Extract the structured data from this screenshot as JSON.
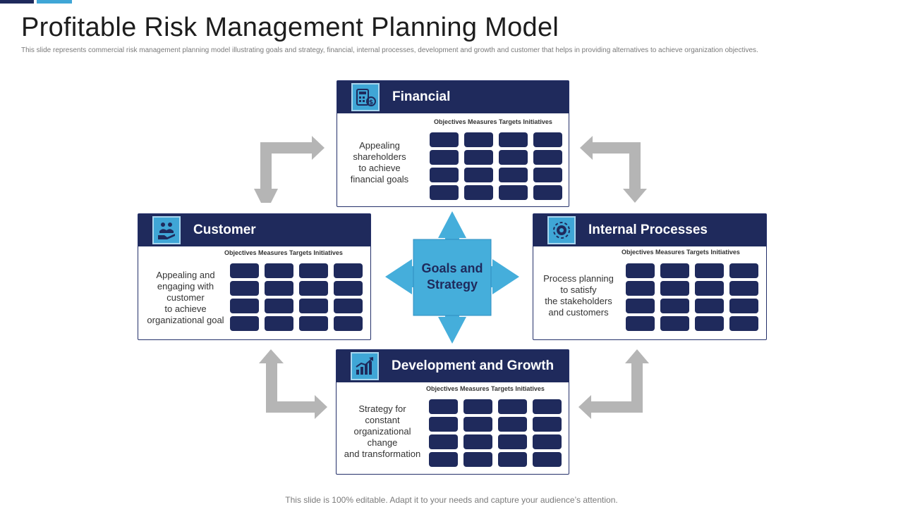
{
  "page": {
    "title": "Profitable Risk Management Planning Model",
    "subtitle": "This slide represents commercial risk management planning model illustrating goals and strategy, financial, internal processes, development and growth and customer that helps in providing alternatives to achieve organization objectives.",
    "footer": "This slide is 100% editable. Adapt it to your needs and capture your audience’s attention."
  },
  "center": {
    "label": "Goals and\nStrategy"
  },
  "cards": {
    "financial": {
      "title": "Financial",
      "icon": "calculator-money-icon",
      "columns": "Objectives Measures Targets Initiatives",
      "text": "Appealing\nshareholders\nto achieve\nfinancial goals"
    },
    "customer": {
      "title": "Customer",
      "icon": "handshake-people-icon",
      "columns": "Objectives Measures Targets Initiatives",
      "text": "Appealing and\nengaging with\ncustomer\nto achieve\norganizational goal"
    },
    "internal": {
      "title": "Internal Processes",
      "icon": "gear-process-icon",
      "columns": "Objectives Measures Targets Initiatives",
      "text": "Process planning\nto satisfy\nthe stakeholders\nand customers"
    },
    "development": {
      "title": "Development and Growth",
      "icon": "growth-chart-icon",
      "columns": "Objectives Measures Targets Initiatives",
      "text": "Strategy for\nconstant\norganizational\nchange\nand transformation"
    }
  },
  "colors": {
    "navy": "#1f2a5c",
    "accent_blue": "#3fa6d6",
    "arrow_gray": "#b5b5b5"
  }
}
